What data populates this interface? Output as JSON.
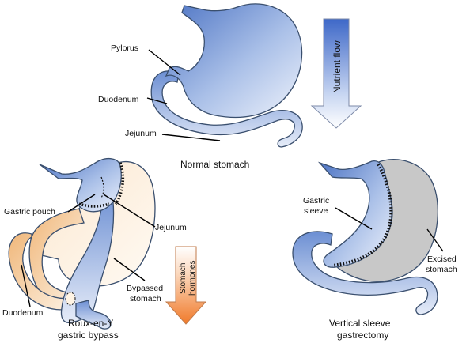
{
  "normal": {
    "caption": "Normal stomach",
    "labels": {
      "pylorus": "Pylorus",
      "duodenum": "Duodenum",
      "jejunum": "Jejunum"
    }
  },
  "nutrient_arrow": {
    "label": "Nutrient flow",
    "color_top": "#3e68c8",
    "color_bottom": "#ffffff"
  },
  "roux": {
    "caption_line1": "Roux-en-Y",
    "caption_line2": "gastric bypass",
    "labels": {
      "gastric_pouch": "Gastric pouch",
      "jejunum": "Jejunum",
      "bypassed_line1": "Bypassed",
      "bypassed_line2": "stomach",
      "duodenum": "Duodenum"
    }
  },
  "hormone_arrow": {
    "label_line1": "Stomach",
    "label_line2": "hormones",
    "color_top": "#ffffff",
    "color_bottom": "#f07a2a"
  },
  "sleeve": {
    "caption_line1": "Vertical sleeve",
    "caption_line2": "gastrectomy",
    "labels": {
      "gastric_line1": "Gastric",
      "gastric_line2": "sleeve",
      "excised_line1": "Excised",
      "excised_line2": "stomach"
    }
  },
  "colors": {
    "stomach_blue": "#6f8fd0",
    "excised_gray": "#c8c8c8",
    "bypass_peach": "#f0c48c"
  }
}
